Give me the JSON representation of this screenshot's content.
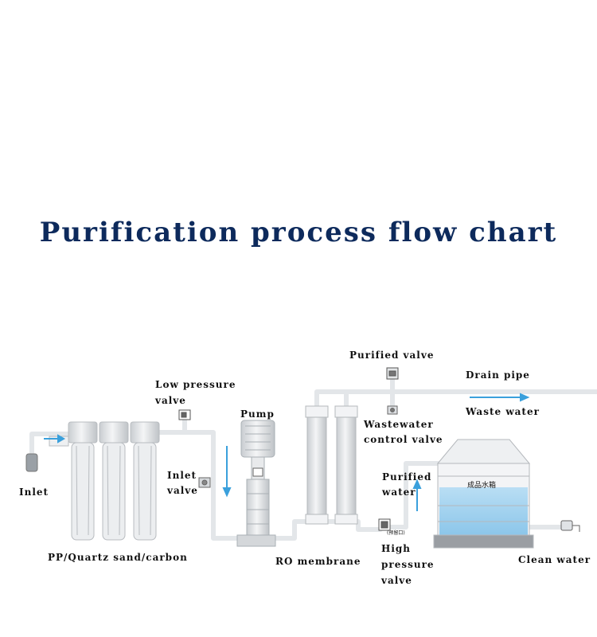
{
  "title": "Purification process flow chart",
  "labels": {
    "inlet": "Inlet",
    "filters": "PP/Quartz sand/carbon",
    "low_pressure_valve_1": "Low pressure",
    "low_pressure_valve_2": "valve",
    "pump": "Pump",
    "inlet_valve_1": "Inlet",
    "inlet_valve_2": "valve",
    "ro_membrane": "RO membrane",
    "purified_valve": "Purified valve",
    "drain_pipe": "Drain pipe",
    "waste_water": "Waste water",
    "wastewater_control_valve_1": "Wastewater",
    "wastewater_control_valve_2": "control valve",
    "purified_water_1": "Purified",
    "purified_water_2": "water",
    "high_pressure_valve_1": "High",
    "high_pressure_valve_2": "pressure",
    "high_pressure_valve_3": "valve",
    "clean_water": "Clean water",
    "tank_label": "成品水箱",
    "valve_tag": "(预留口)"
  },
  "colors": {
    "title": "#0d2a5c",
    "water": "#9fd0ee",
    "arrow": "#3aa0dc",
    "pipe": "#e6e8ea",
    "equipment": "#d9dcdf"
  }
}
